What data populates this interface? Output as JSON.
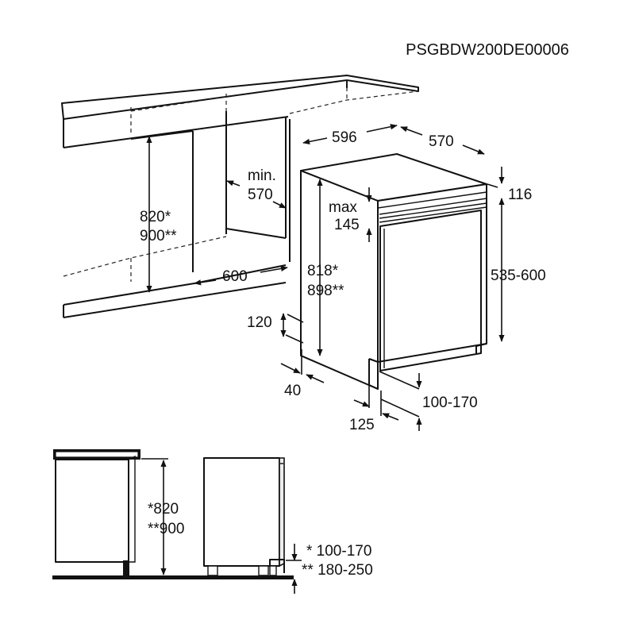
{
  "product_code": "PSGBDW200DE00006",
  "dimensions_3d": {
    "niche_height": [
      "820*",
      "900**"
    ],
    "min_depth": [
      "min.",
      "570"
    ],
    "niche_width": "600",
    "appliance_width": "596",
    "appliance_depth": "570",
    "top_offset": "116",
    "door_gap": [
      "max",
      "145"
    ],
    "appliance_height": [
      "818*",
      "898**"
    ],
    "door_height": "535-600",
    "base_height": "120",
    "base_recess": "40",
    "plinth_height": "100-170",
    "plinth_depth": "125"
  },
  "dimensions_side": {
    "niche_height": [
      "*820",
      "**900"
    ],
    "plinth_options": [
      "* 100-170",
      "** 180-250"
    ]
  },
  "colors": {
    "line": "#111111",
    "panel_shade": "#ededed",
    "background": "#ffffff"
  }
}
